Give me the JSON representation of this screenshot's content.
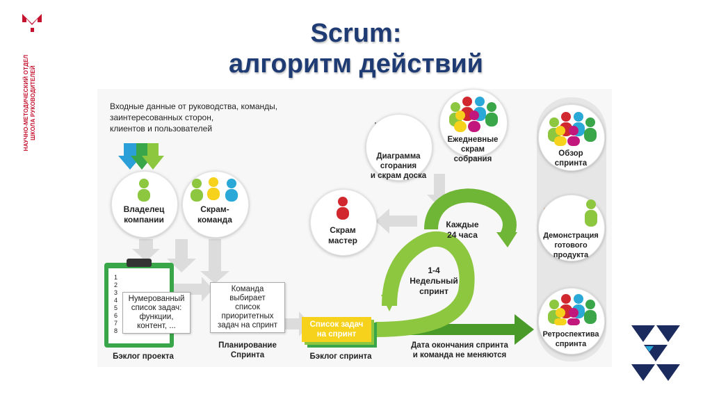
{
  "sidebar": {
    "logo_letter": "М",
    "org_line1": "НАУЧНО-МЕТОДИЧЕСКИЙ ОТДЕЛ",
    "org_line2": "ШКОЛА РУКОВОДИТЕЛЕЙ"
  },
  "title": {
    "line1": "Scrum:",
    "line2": "алгоритм действий"
  },
  "diagram": {
    "inputs_text": [
      "Входные данные от руководства, команды,",
      "заинтересованных сторон,",
      "клиентов и пользователей"
    ],
    "owner": [
      "Владелец",
      "компании"
    ],
    "team": [
      "Скрам-",
      "команда"
    ],
    "backlog_numbers": [
      "1",
      "2",
      "3",
      "4",
      "5",
      "6",
      "7",
      "8"
    ],
    "backlog_note": [
      "Нумерованный",
      "список задач:",
      "функции,",
      "контент, ..."
    ],
    "backlog_label": "Бэклог проекта",
    "planning_note": [
      "Команда",
      "выбирает",
      "список",
      "приоритетных",
      "задач на спринт"
    ],
    "planning_label": [
      "Планирование",
      "Спринта"
    ],
    "sprint_tasks": [
      "Список задач",
      "на спринт"
    ],
    "sprint_backlog_label": "Бэклог спринта",
    "scrum_master": [
      "Скрам",
      "мастер"
    ],
    "burndown": [
      "Диаграмма",
      "сгорания",
      "и скрам доска"
    ],
    "daily": [
      "Ежедневные",
      "скрам",
      "собрания"
    ],
    "cycle_daily": [
      "Каждые",
      "24 часа"
    ],
    "cycle_sprint": [
      "1-4",
      "Недельный",
      "спринт"
    ],
    "end_note": [
      "Дата окончания спринта",
      "и команда не меняются"
    ],
    "review": [
      "Обзор",
      "спринта"
    ],
    "demo": [
      "Демонстрация",
      "готового",
      "продукта"
    ],
    "retro": [
      "Ретроспектива",
      "спринта"
    ]
  },
  "colors": {
    "green": "#8dc63f",
    "dark_green": "#4a9a2a",
    "title": "#1f3b73",
    "brand_red": "#c4122f",
    "note_yellow": "#f7d21c",
    "navy_logo": "#1c2b5e"
  }
}
